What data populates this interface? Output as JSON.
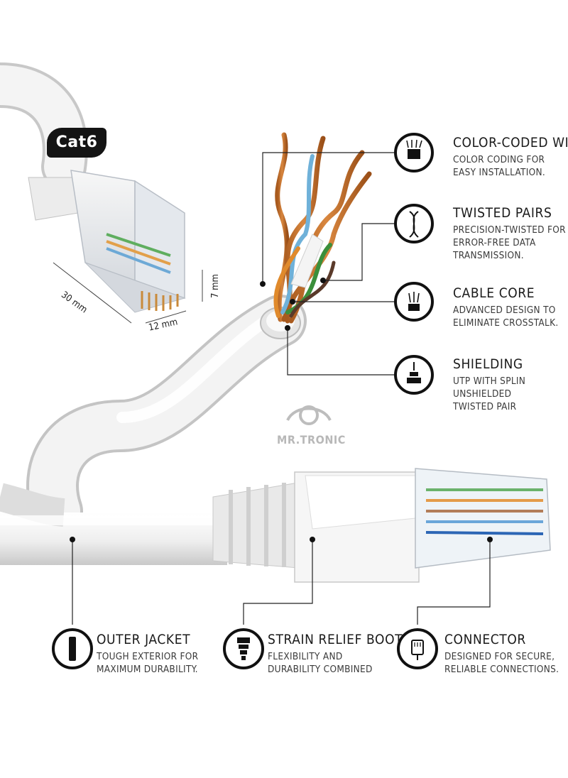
{
  "badge": "Cat6",
  "dimensions": {
    "length": "30 mm",
    "width": "12 mm",
    "height": "7 mm"
  },
  "brand": "MR.TRONIC",
  "features": [
    {
      "title": "COLOR-CODED WIRES",
      "lines": [
        "COLOR CODING FOR",
        "EASY INSTALLATION."
      ],
      "icon": "wires-bundle-icon"
    },
    {
      "title": "TWISTED PAIRS",
      "lines": [
        "PRECISION-TWISTED FOR",
        "ERROR-FREE DATA",
        "TRANSMISSION."
      ],
      "icon": "twisted-pair-icon"
    },
    {
      "title": "CABLE CORE",
      "lines": [
        "ADVANCED DESIGN TO",
        "ELIMINATE CROSSTALK."
      ],
      "icon": "cable-core-icon"
    },
    {
      "title": "SHIELDING",
      "lines": [
        "UTP WITH SPLIN",
        "UNSHIELDED",
        "TWISTED PAIR"
      ],
      "icon": "shielding-icon"
    }
  ],
  "bottom": [
    {
      "title": "OUTER JACKET",
      "lines": [
        "TOUGH EXTERIOR FOR",
        "MAXIMUM DURABILITY."
      ],
      "icon": "outer-jacket-icon"
    },
    {
      "title": "STRAIN RELIEF BOOT",
      "lines": [
        "FLEXIBILITY AND",
        "DURABILITY COMBINED"
      ],
      "icon": "strain-relief-boot-icon"
    },
    {
      "title": "CONNECTOR",
      "lines": [
        "DESIGNED FOR SECURE,",
        "RELIABLE CONNECTIONS."
      ],
      "icon": "connector-icon"
    }
  ]
}
